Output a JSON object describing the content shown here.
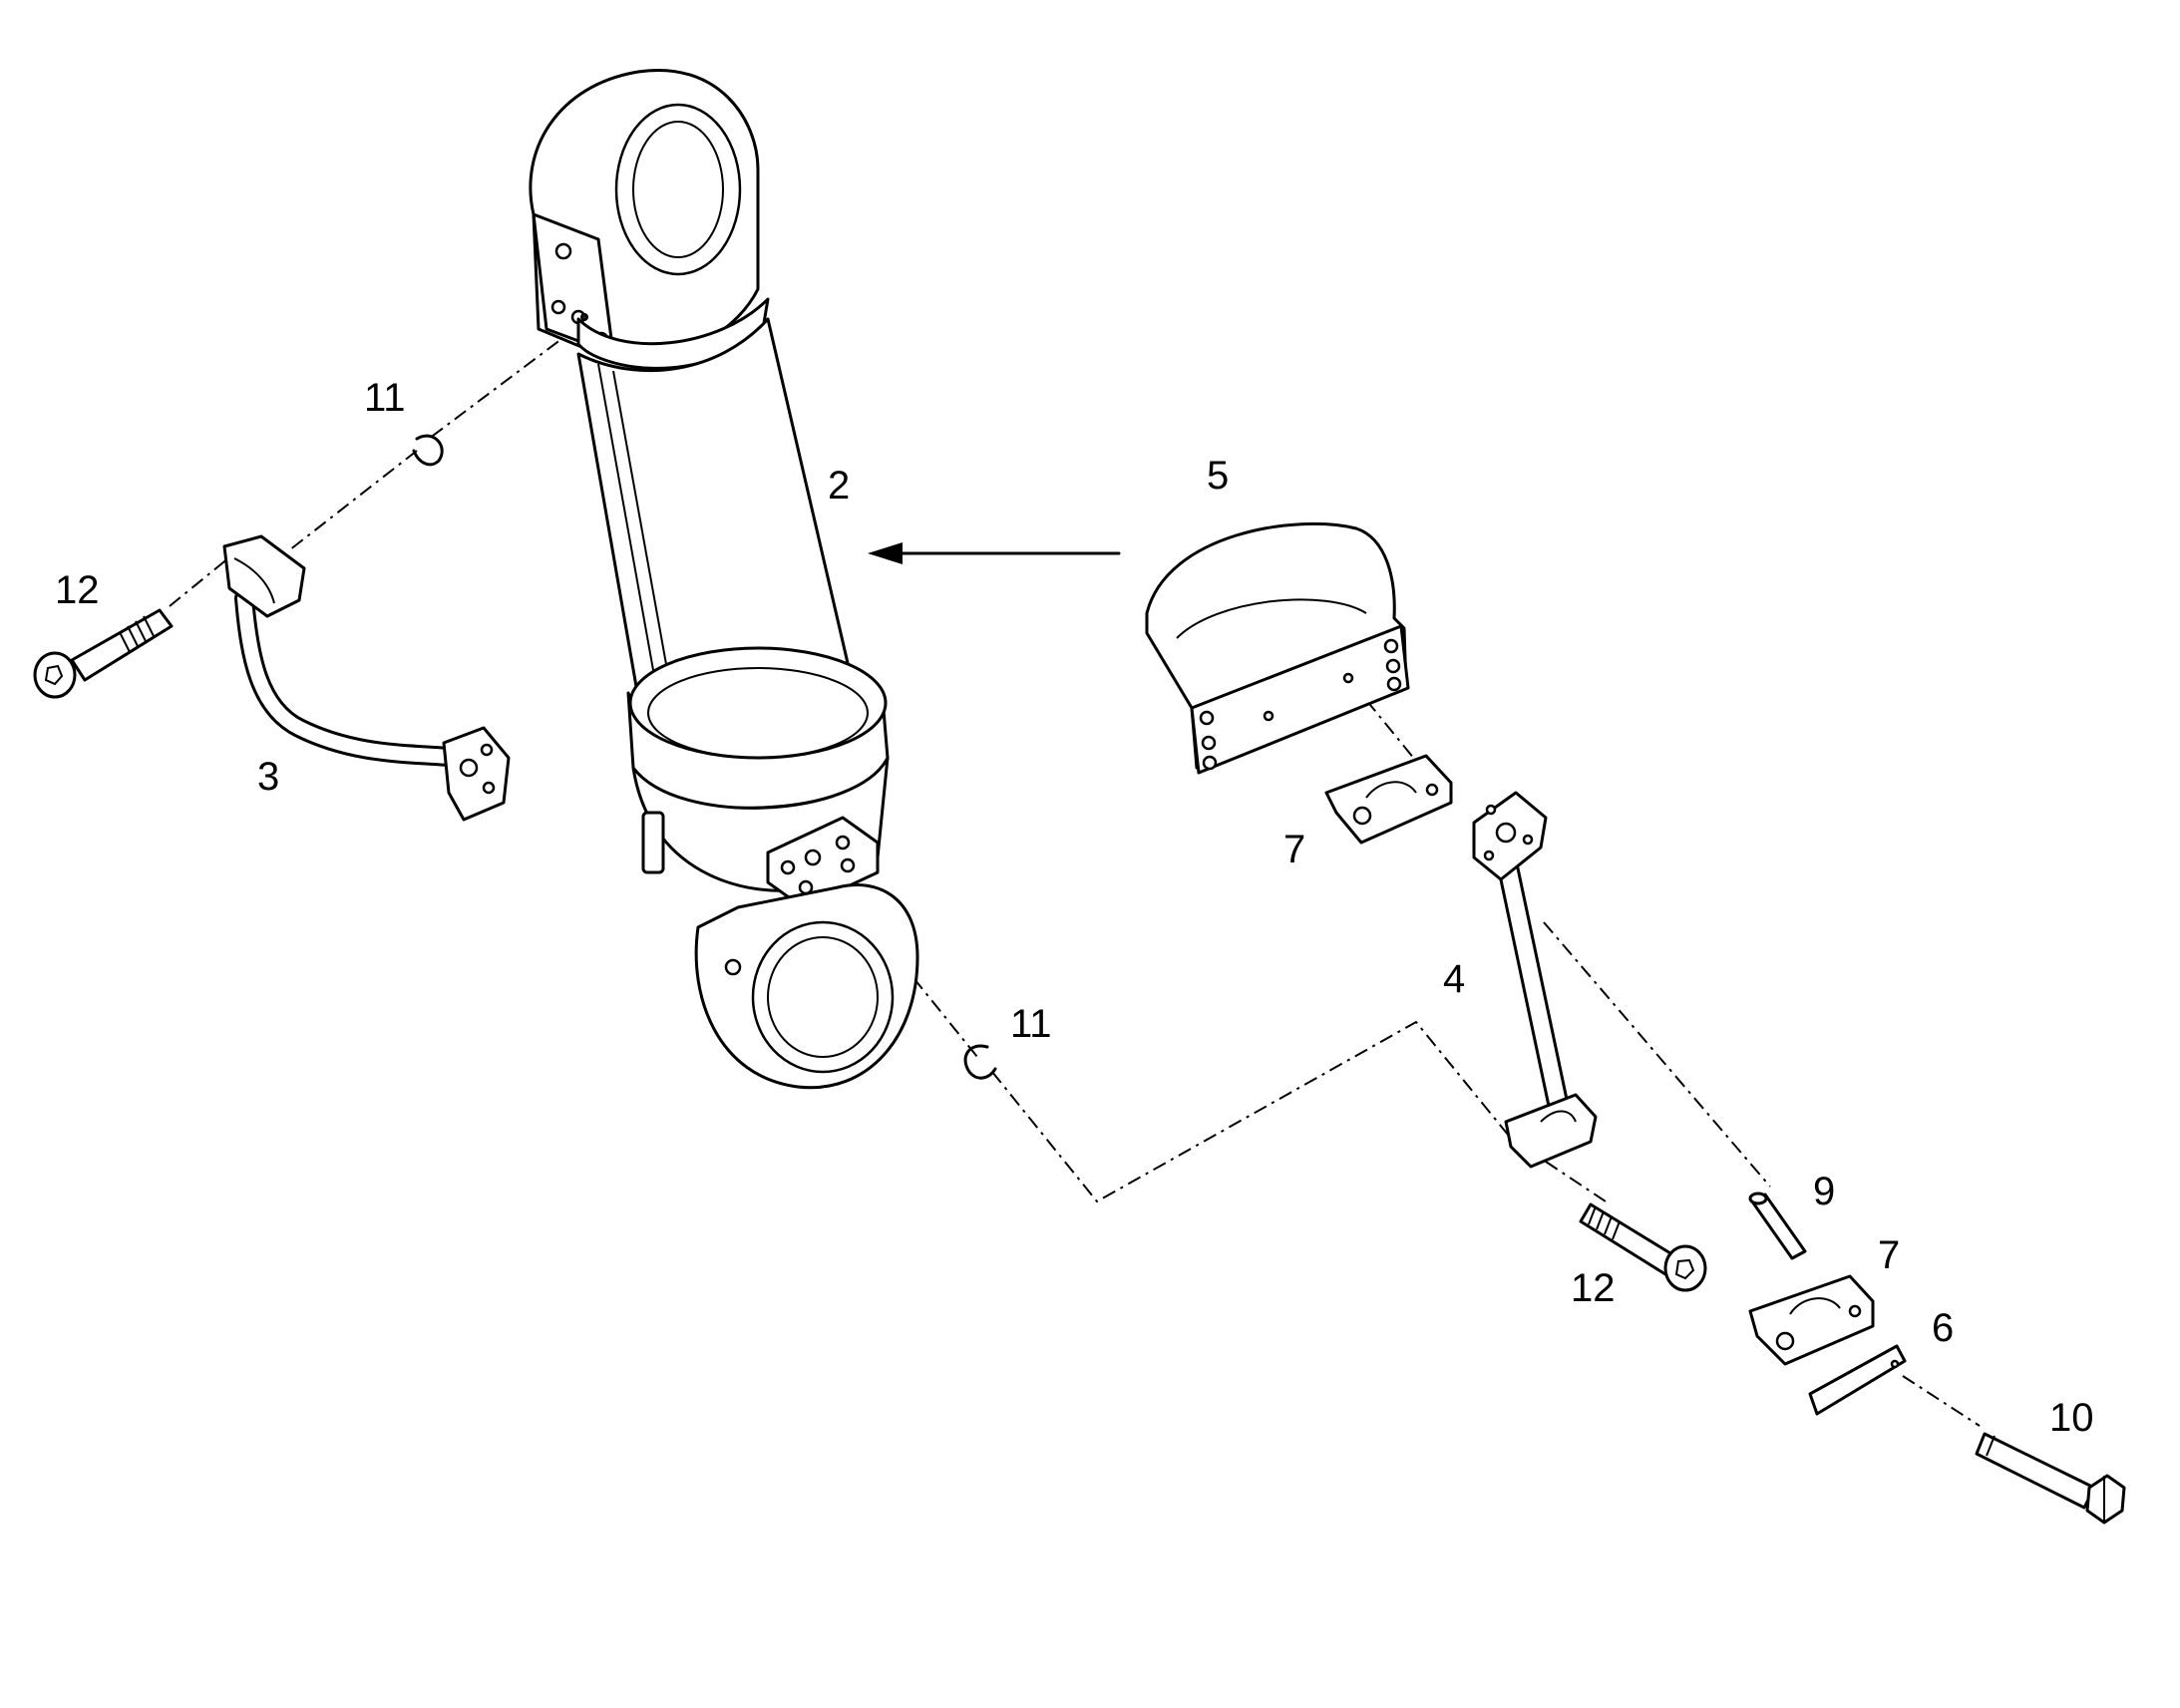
{
  "callouts": {
    "c11_top": "11",
    "c12_left": "12",
    "c3": "3",
    "c2": "2",
    "c5": "5",
    "c7_upper": "7",
    "c4": "4",
    "c11_bottom": "11",
    "c9": "9",
    "c12_right": "12",
    "c7_lower": "7",
    "c6": "6",
    "c10": "10"
  },
  "colors": {
    "line": "#000000",
    "background": "#ffffff"
  }
}
